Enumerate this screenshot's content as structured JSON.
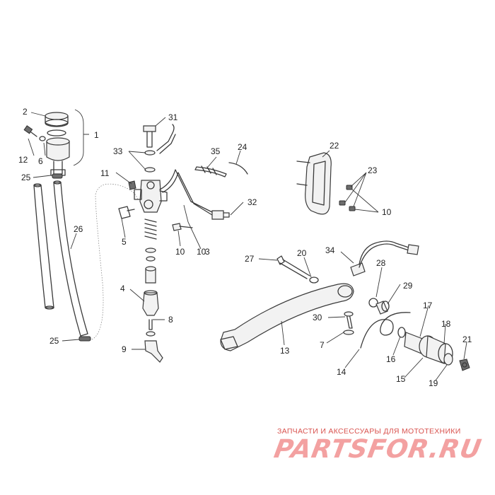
{
  "callouts": [
    "1",
    "2",
    "3",
    "4",
    "5",
    "6",
    "7",
    "8",
    "9",
    "10",
    "10",
    "10",
    "11",
    "12",
    "13",
    "14",
    "15",
    "16",
    "17",
    "18",
    "19",
    "20",
    "21",
    "22",
    "23",
    "24",
    "25",
    "25",
    "26",
    "27",
    "28",
    "29",
    "30",
    "31",
    "32",
    "33",
    "34",
    "35"
  ],
  "watermark": {
    "caption": "ЗАПЧАСТИ И АКСЕССУАРЫ ДЛЯ МОТОТЕХНИКИ",
    "logo": "PARTSFOR.RU"
  }
}
